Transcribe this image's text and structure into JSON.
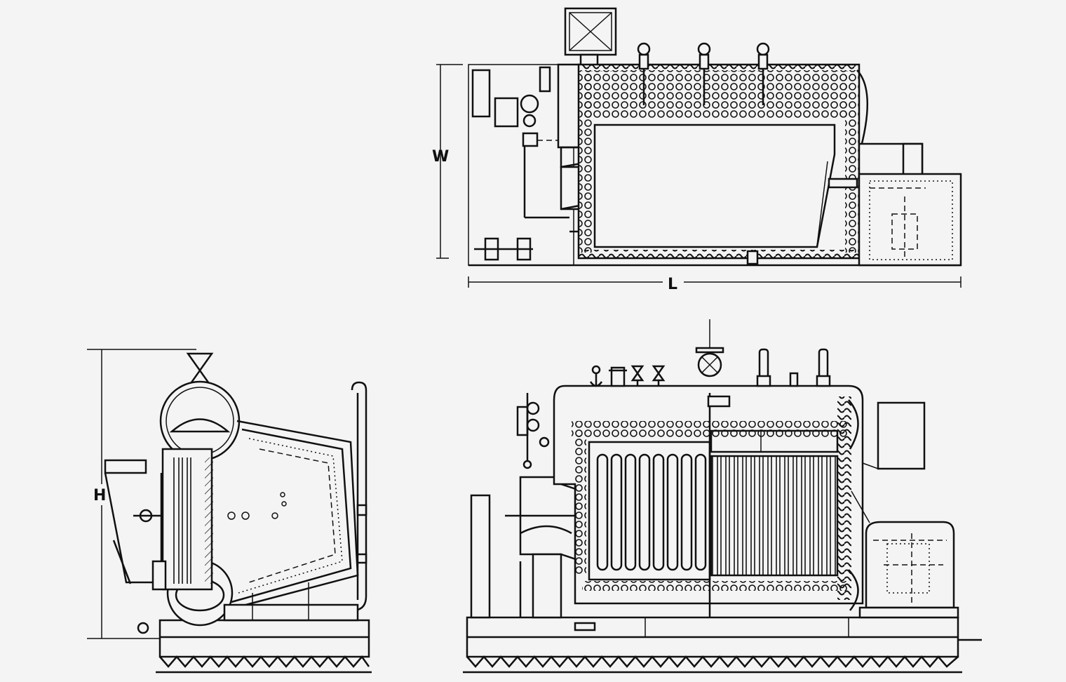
{
  "dimensions": {
    "width_label": "W",
    "length_label": "L",
    "height_label": "H"
  }
}
